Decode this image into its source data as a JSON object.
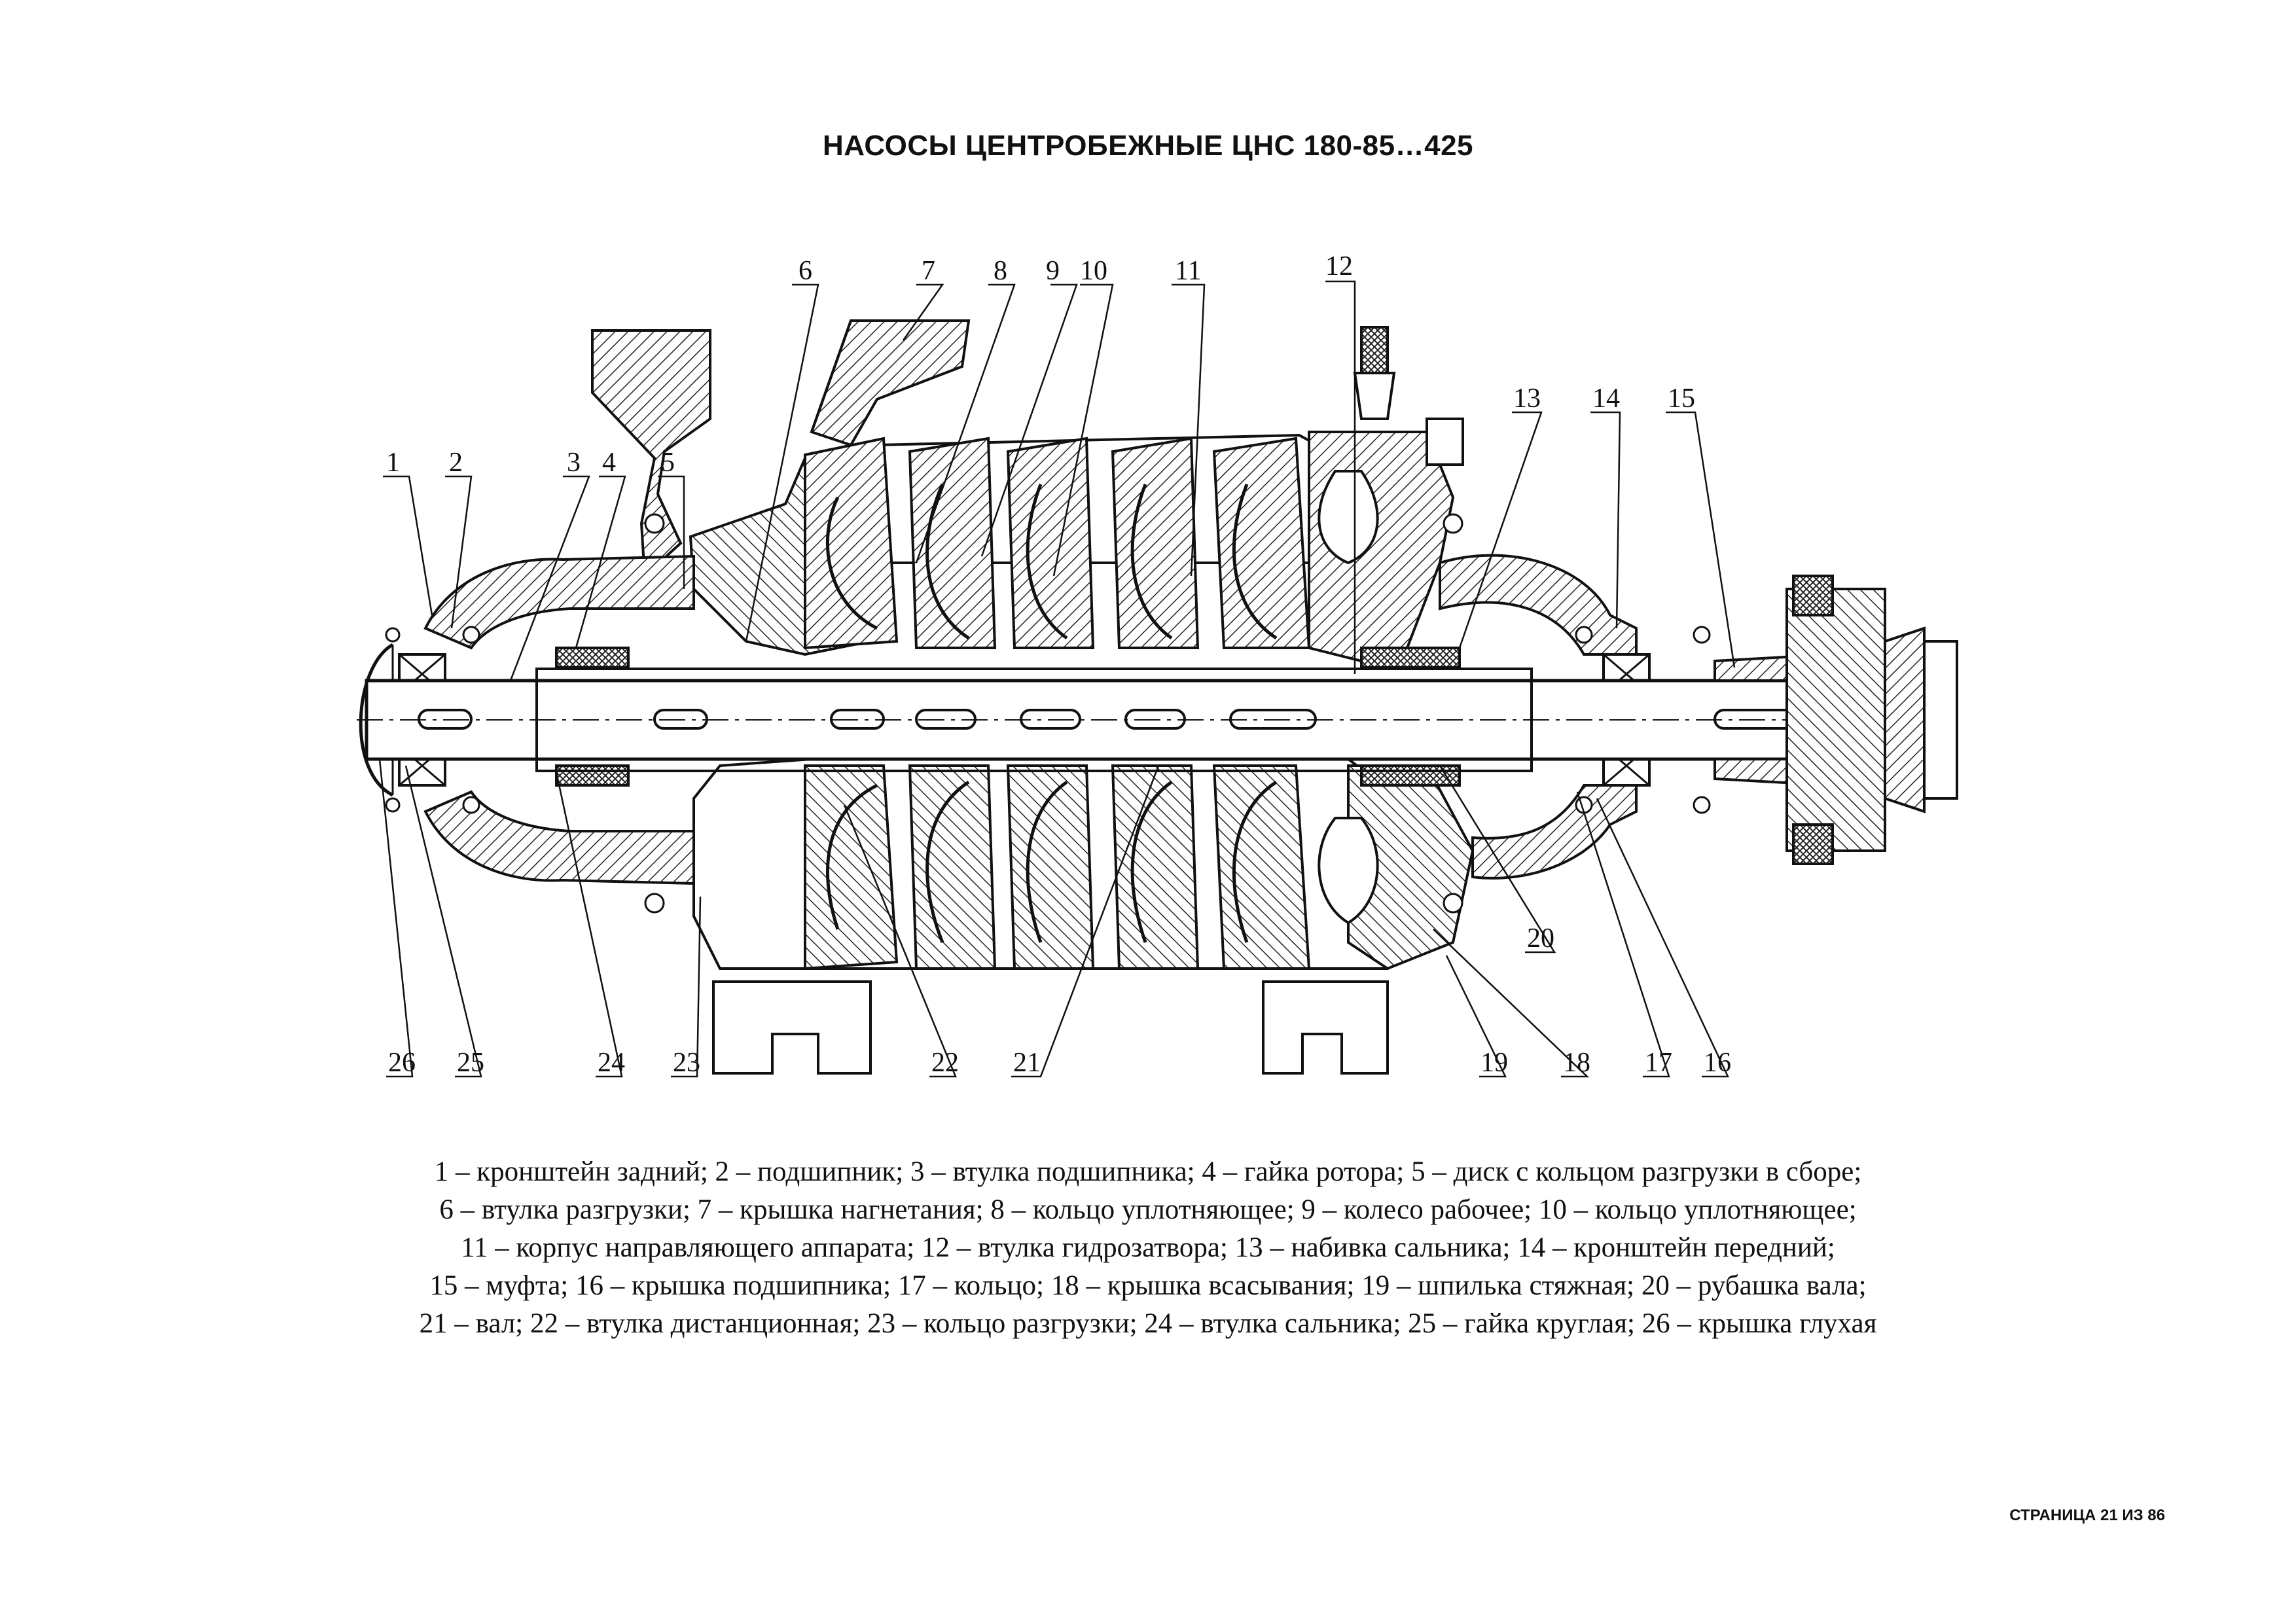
{
  "title": "НАСОСЫ ЦЕНТРОБЕЖНЫЕ ЦНС 180-85…425",
  "callouts": [
    "1",
    "2",
    "3",
    "4",
    "5",
    "6",
    "7",
    "8",
    "9",
    "10",
    "11",
    "12",
    "13",
    "14",
    "15",
    "16",
    "17",
    "18",
    "19",
    "20",
    "21",
    "22",
    "23",
    "24",
    "25",
    "26"
  ],
  "legend": [
    "1 – кронштейн задний; 2 – подшипник; 3 – втулка подшипника; 4 – гайка ротора; 5 – диск с кольцом разгрузки в сборе;",
    "6 – втулка разгрузки; 7 – крышка нагнетания; 8 – кольцо уплотняющее; 9 – колесо рабочее; 10 – кольцо уплотняющее;",
    "11 – корпус направляющего аппарата; 12 – втулка гидрозатвора; 13 – набивка сальника; 14 – кронштейн передний;",
    "15 – муфта; 16 – крышка подшипника; 17 – кольцо; 18 – крышка всасывания; 19 – шпилька стяжная; 20 – рубашка вала;",
    "21 – вал; 22 – втулка дистанционная; 23 – кольцо разгрузки; 24 – втулка сальника; 25 – гайка круглая; 26 – крышка глухая"
  ],
  "page_number": "СТРАНИЦА 21 ИЗ 86"
}
